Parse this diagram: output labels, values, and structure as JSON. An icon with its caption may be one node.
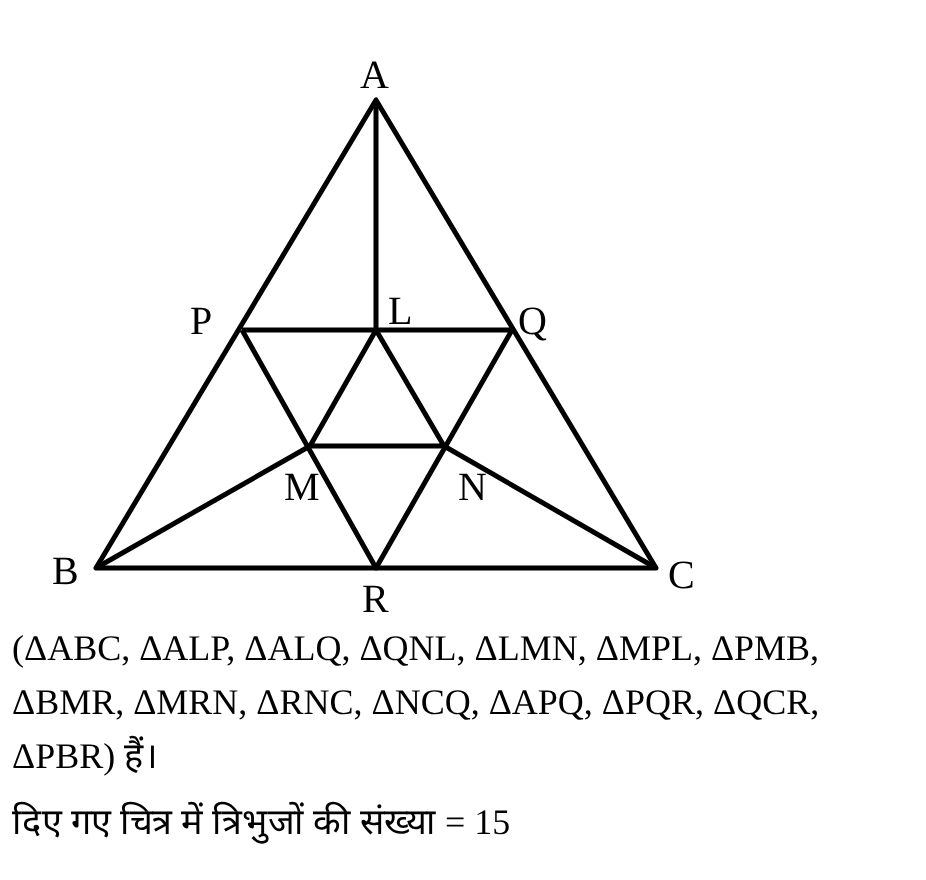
{
  "diagram": {
    "labels": [
      "A",
      "P",
      "L",
      "Q",
      "M",
      "N",
      "B",
      "R",
      "C",
      "(ΔABC, ΔALP, ΔALQ, ΔQNL, ΔLMN, ΔMPL, ΔPMB, ΔBMR, ΔMRN, ΔRNC, ΔNCQ, ΔAPQ, ΔPQR, ΔQCR, ΔPBR) हैं।",
      "दिए गए चित्र में त्रिभुजों की संख्या = 15"
    ]
  }
}
